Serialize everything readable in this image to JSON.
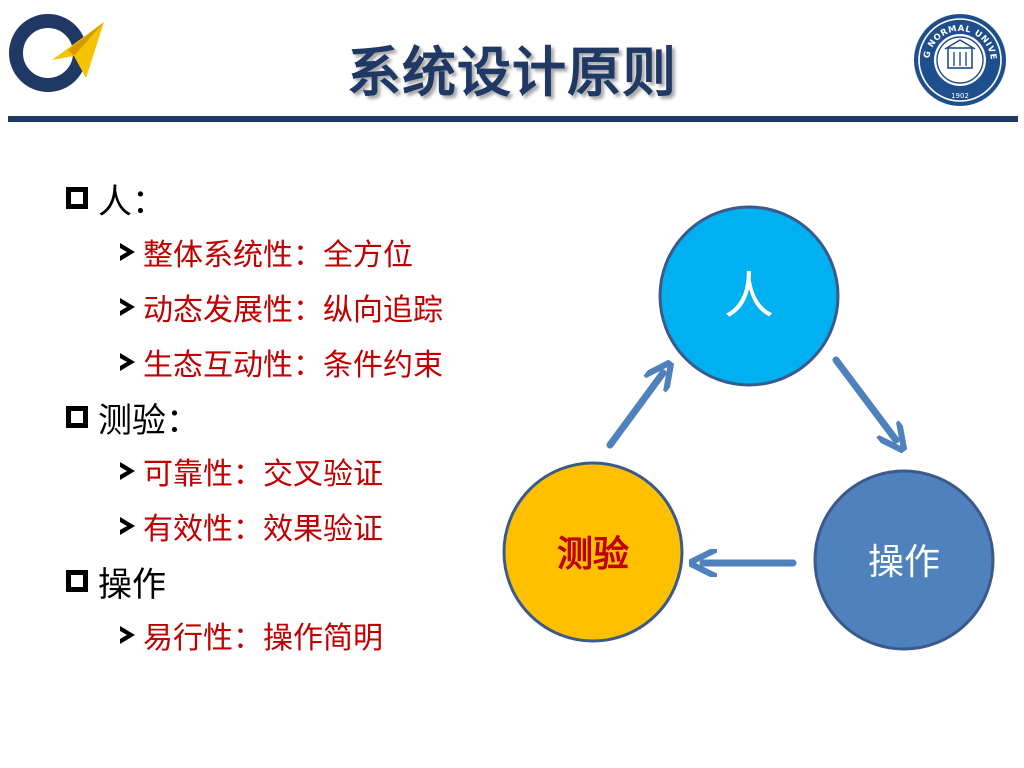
{
  "slide": {
    "title": "系统设计原则"
  },
  "sections": [
    {
      "heading": "人：",
      "items": [
        "整体系统性：全方位",
        "动态发展性：纵向追踪",
        "生态互动性：条件约束"
      ]
    },
    {
      "heading": "测验：",
      "items": [
        "可靠性：交叉验证",
        "有效性：效果验证"
      ]
    },
    {
      "heading": "操作",
      "items": [
        "易行性：操作简明"
      ]
    }
  ],
  "diagram": {
    "nodes": [
      {
        "label": "人",
        "fill": "#00b0f0",
        "text_color": "#ffffff"
      },
      {
        "label": "操作",
        "fill": "#4f81bd",
        "text_color": "#ffffff"
      },
      {
        "label": "测验",
        "fill": "#ffc000",
        "text_color": "#c00000"
      }
    ],
    "arrow_color": "#4f81bd",
    "stroke_color": "#3a5a8c"
  },
  "logos": {
    "left": "institution-logo",
    "right": {
      "icon": "university-seal",
      "text": "BEIJING NORMAL UNIVERSITY",
      "year": "1902"
    }
  },
  "colors": {
    "title": "#1f3864",
    "rule": "#203864",
    "item_text": "#c00000"
  }
}
